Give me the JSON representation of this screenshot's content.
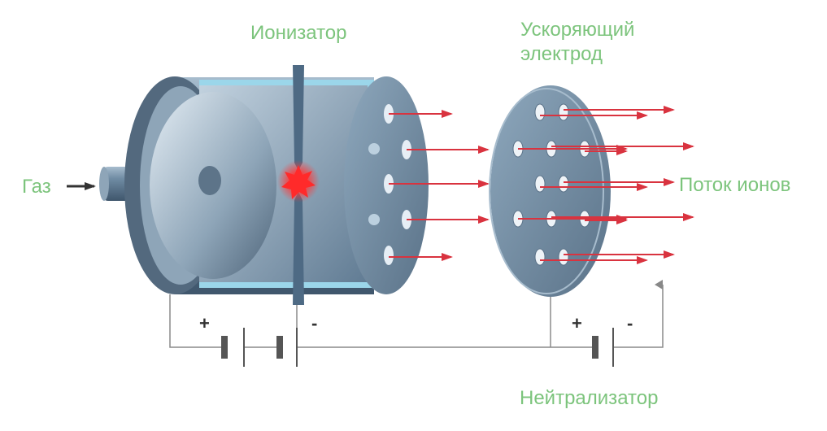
{
  "labels": {
    "ionizer": "Ионизатор",
    "accel_line1": "Ускоряющий",
    "accel_line2": "электрод",
    "gas": "Газ",
    "ion_flow": "Поток ионов",
    "neutralizer": "Нейтрализатор"
  },
  "polarity": {
    "plus": "+",
    "minus": "-"
  },
  "colors": {
    "label": "#7cc47c",
    "arrow": "#d9333f",
    "body": "#5f7a92",
    "wire": "#8a8a8a",
    "spark": "#ff2a2a"
  }
}
